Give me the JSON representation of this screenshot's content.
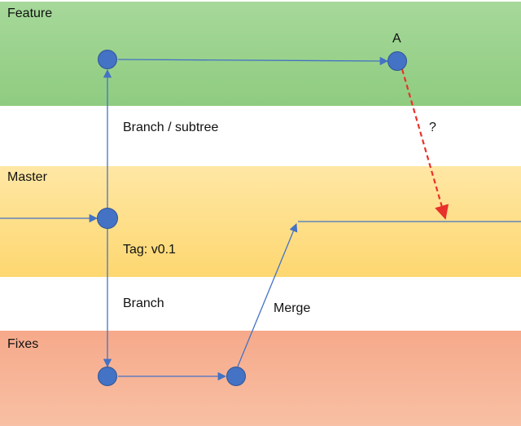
{
  "lanes": {
    "feature": "Feature",
    "master": "Master",
    "fixes": "Fixes"
  },
  "annotations": {
    "node_a": "A",
    "branch_subtree": "Branch / subtree",
    "question": "?",
    "tag": "Tag: v0.1",
    "branch": "Branch",
    "merge": "Merge"
  },
  "colors": {
    "feature_band": "#9ad28b",
    "master_band": "#fee08a",
    "fixes_band": "#f7b394",
    "node": "#4472c4",
    "connector": "#4472c4",
    "uncertain_arrow": "#e8312a"
  }
}
